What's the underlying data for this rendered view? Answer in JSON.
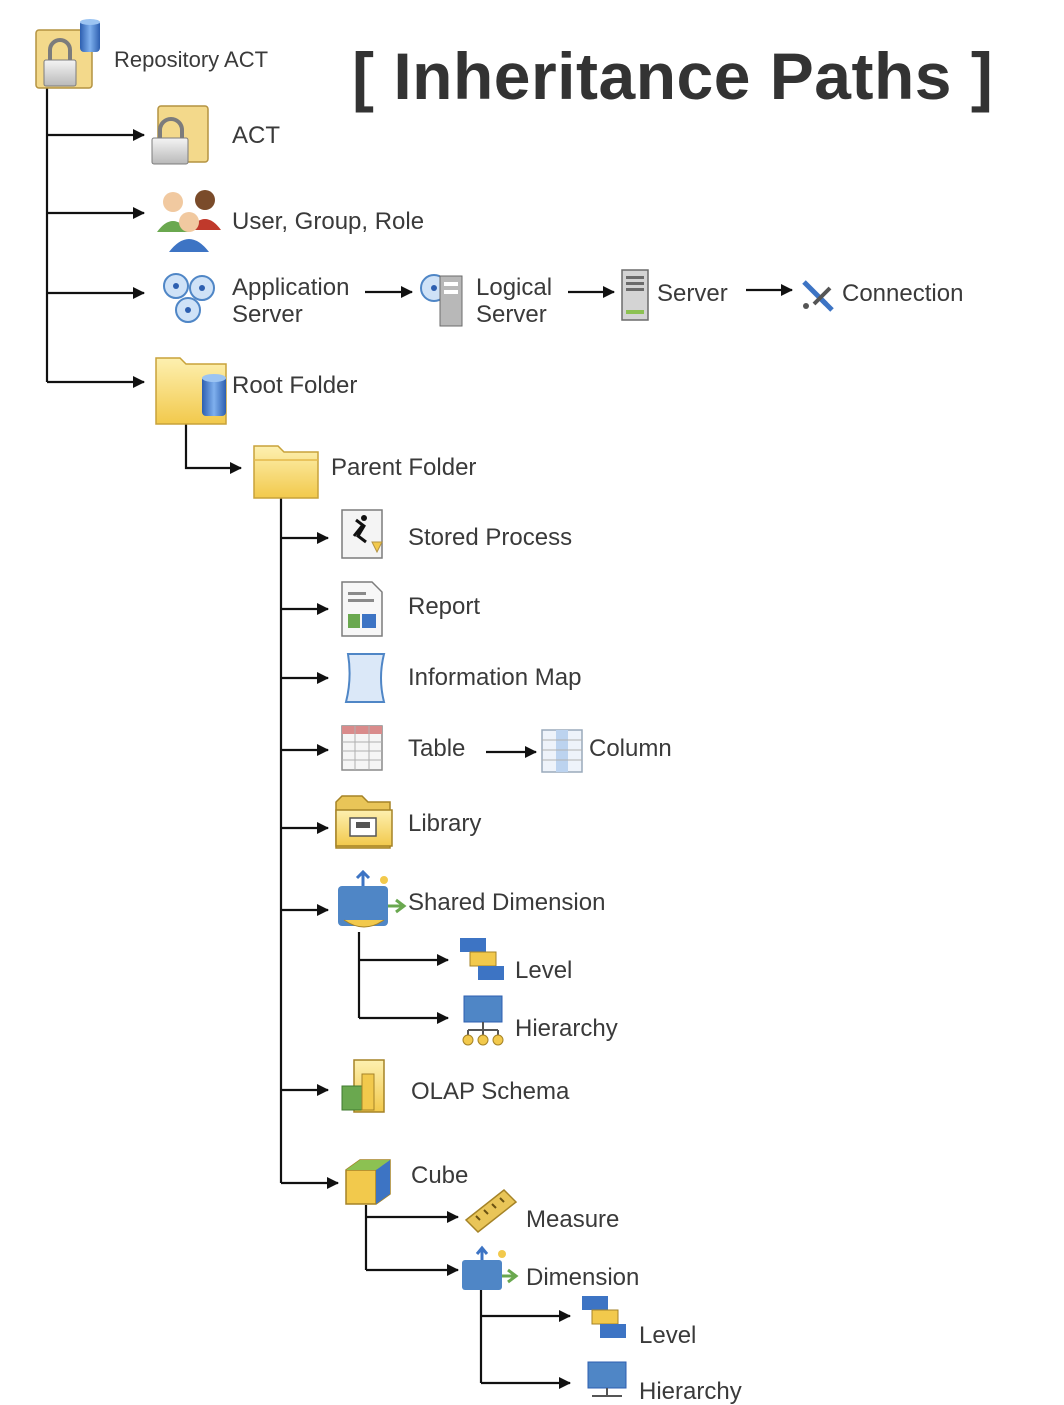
{
  "title": "[ Inheritance Paths ]",
  "colors": {
    "connector": "#111111",
    "text": "#3a3a3a",
    "title": "#333333",
    "folder_yellow": "#f6d76a",
    "accent_blue": "#3d74c4"
  },
  "nodes": {
    "repository_act": {
      "label": "Repository ACT",
      "icon": "padlock-database-icon"
    },
    "act": {
      "label": "ACT",
      "icon": "padlock-icon"
    },
    "user_group_role": {
      "label": "User, Group, Role",
      "icon": "people-icon"
    },
    "application_server": {
      "label_line1": "Application",
      "label_line2": "Server",
      "icon": "application-server-icon"
    },
    "logical_server": {
      "label_line1": "Logical",
      "label_line2": "Server",
      "icon": "logical-server-icon"
    },
    "server": {
      "label": "Server",
      "icon": "server-tower-icon"
    },
    "connection": {
      "label": "Connection",
      "icon": "connection-plug-icon"
    },
    "root_folder": {
      "label": "Root Folder",
      "icon": "root-folder-icon"
    },
    "parent_folder": {
      "label": "Parent Folder",
      "icon": "folder-icon"
    },
    "stored_process": {
      "label": "Stored Process",
      "icon": "stored-process-icon"
    },
    "report": {
      "label": "Report",
      "icon": "report-icon"
    },
    "information_map": {
      "label": "Information Map",
      "icon": "information-map-icon"
    },
    "table": {
      "label": "Table",
      "icon": "table-icon"
    },
    "column": {
      "label": "Column",
      "icon": "column-icon"
    },
    "library": {
      "label": "Library",
      "icon": "library-icon"
    },
    "shared_dimension": {
      "label": "Shared Dimension",
      "icon": "shared-dimension-icon"
    },
    "shared_level": {
      "label": "Level",
      "icon": "level-icon"
    },
    "shared_hierarchy": {
      "label": "Hierarchy",
      "icon": "hierarchy-icon"
    },
    "olap_schema": {
      "label": "OLAP Schema",
      "icon": "olap-schema-icon"
    },
    "cube": {
      "label": "Cube",
      "icon": "cube-icon"
    },
    "measure": {
      "label": "Measure",
      "icon": "ruler-icon"
    },
    "dimension": {
      "label": "Dimension",
      "icon": "dimension-icon"
    },
    "dim_level": {
      "label": "Level",
      "icon": "level-icon"
    },
    "dim_hierarchy": {
      "label": "Hierarchy",
      "icon": "hierarchy-icon"
    }
  }
}
